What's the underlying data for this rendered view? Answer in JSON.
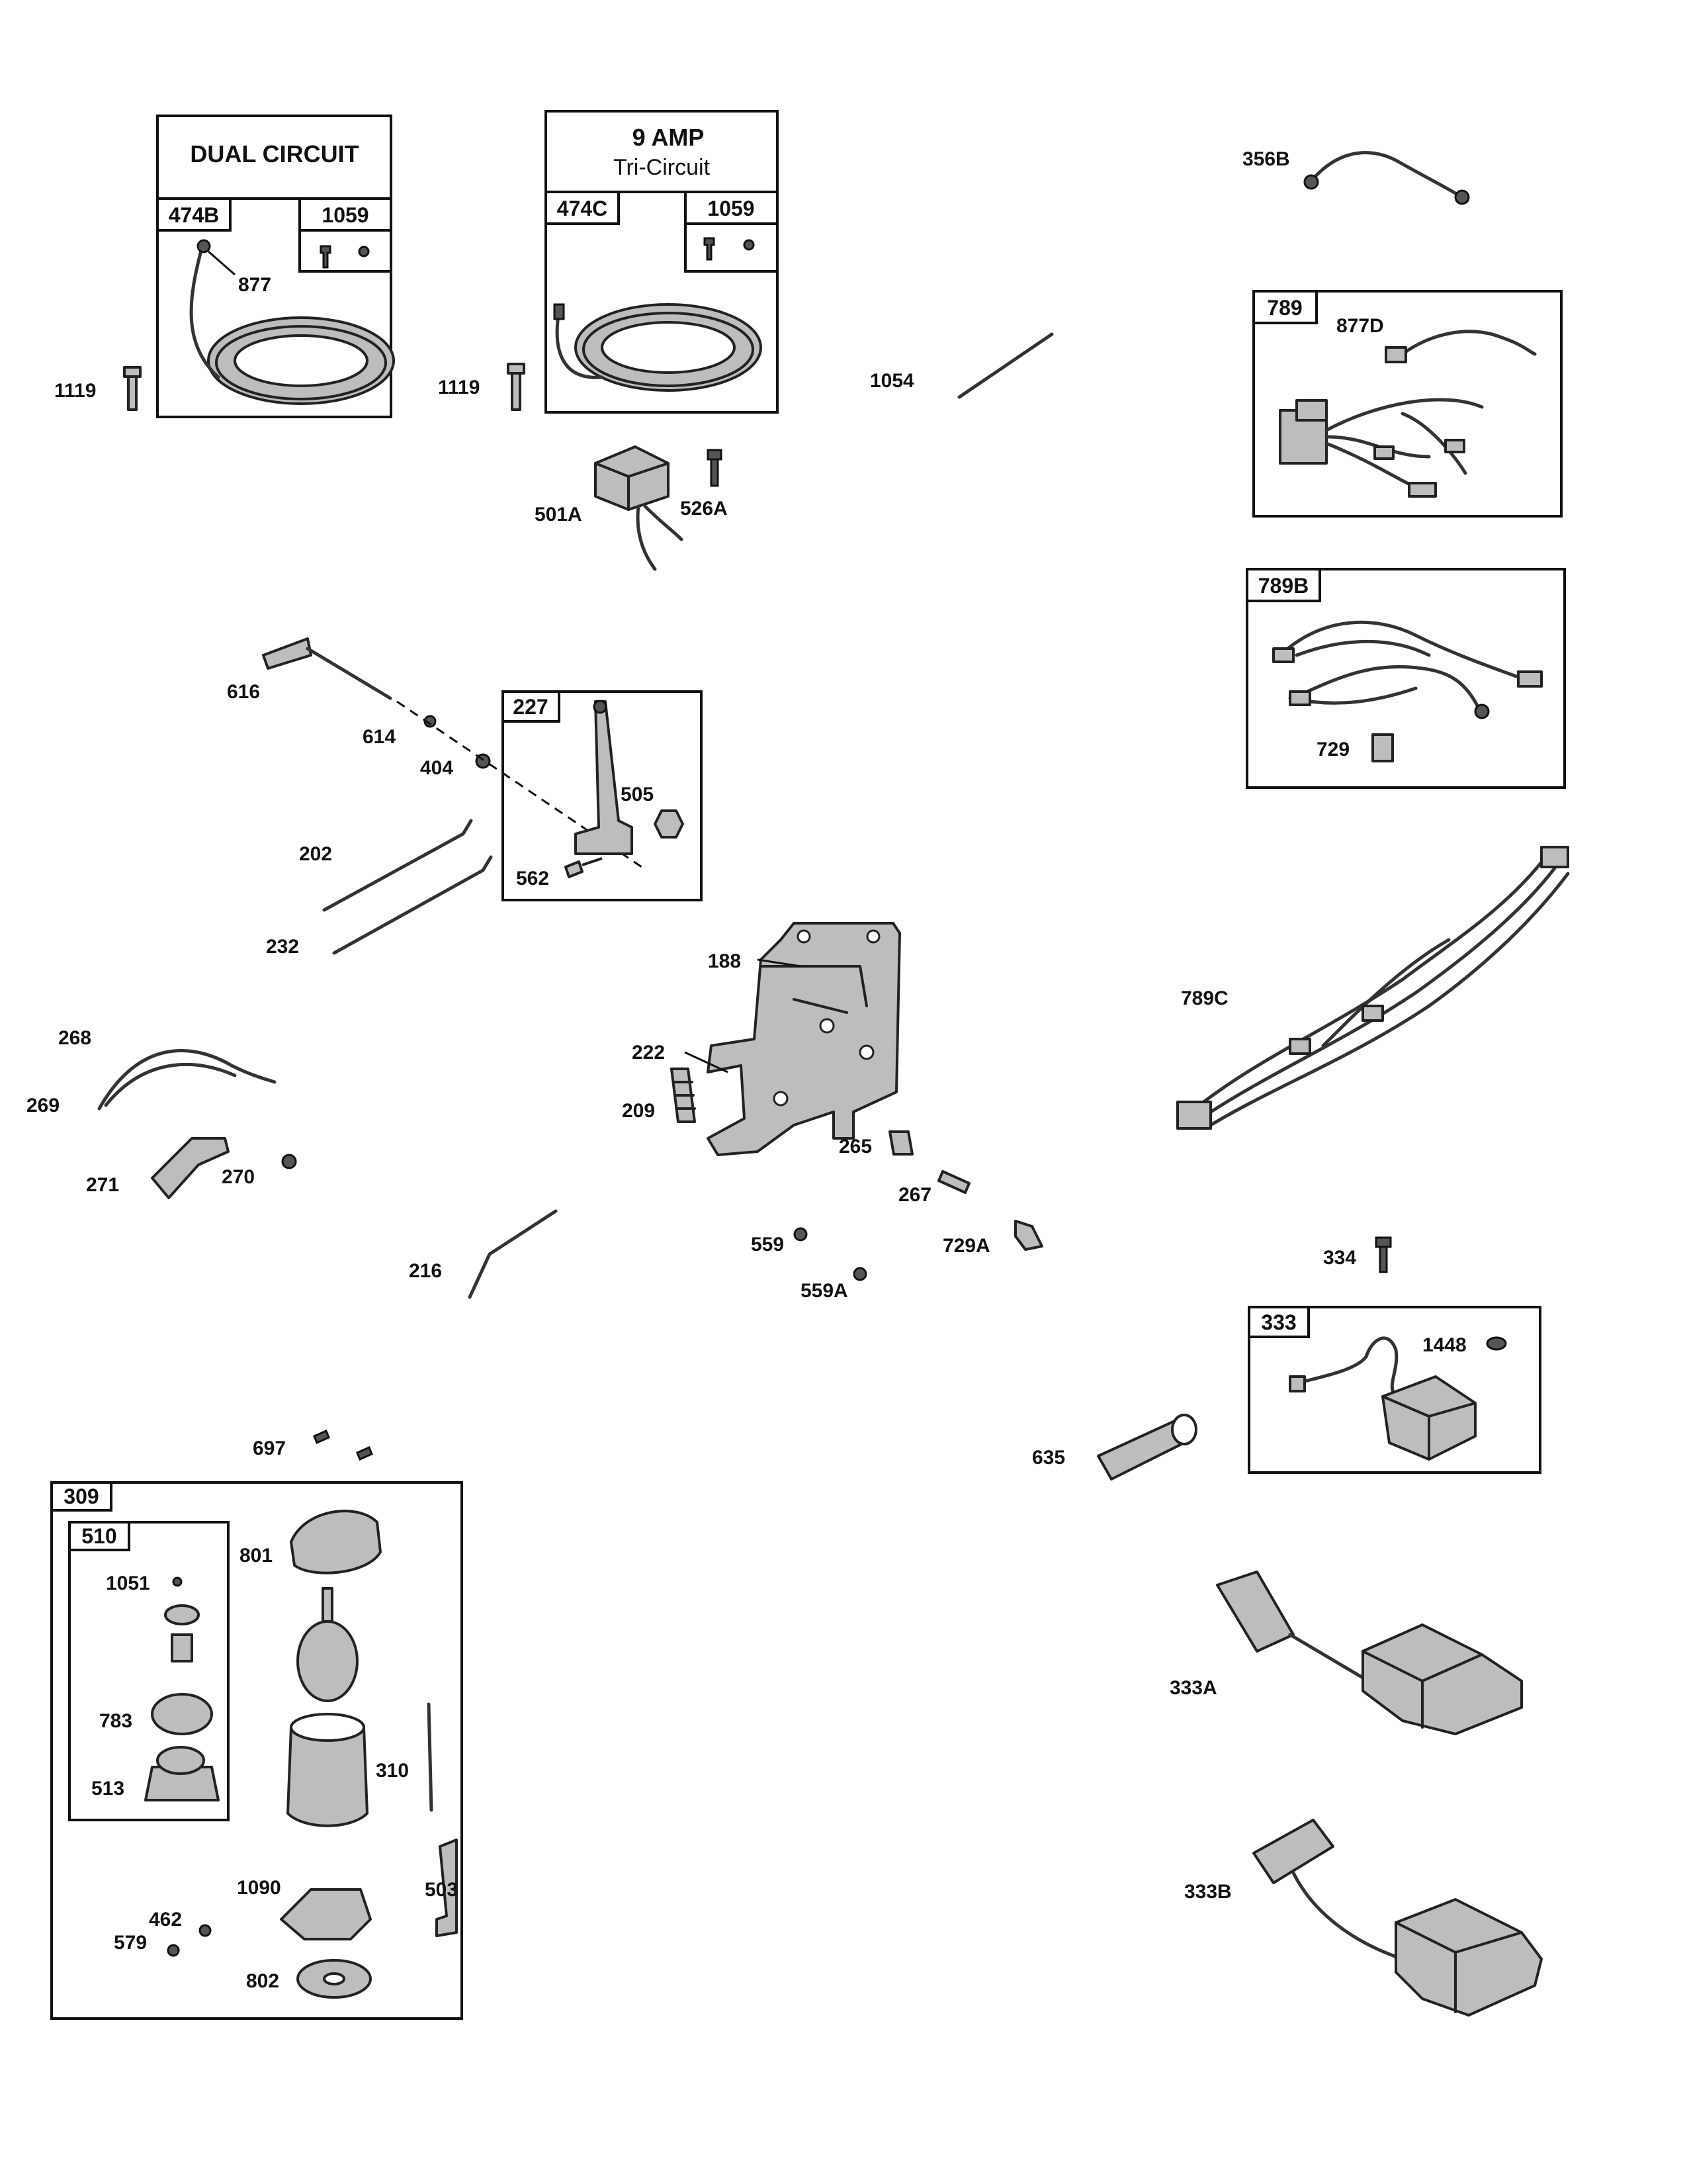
{
  "box_titles": {
    "dual_circuit": "DUAL CIRCUIT",
    "amp": "9  AMP",
    "tri_circuit": "Tri-Circuit"
  },
  "box_labels": {
    "b474B": "474B",
    "b1059a": "1059",
    "b474C": "474C",
    "b1059b": "1059",
    "b789": "789",
    "b789B": "789B",
    "b227": "227",
    "b333": "333",
    "b309": "309",
    "b510": "510"
  },
  "part_labels": {
    "p877": "877",
    "p1119a": "1119",
    "p1119b": "1119",
    "p1054": "1054",
    "p356B": "356B",
    "p877D": "877D",
    "p501A": "501A",
    "p526A": "526A",
    "p729": "729",
    "p616": "616",
    "p614": "614",
    "p404": "404",
    "p505": "505",
    "p562": "562",
    "p202": "202",
    "p232": "232",
    "p188": "188",
    "p789C": "789C",
    "p222": "222",
    "p209": "209",
    "p268": "268",
    "p269": "269",
    "p271": "271",
    "p270": "270",
    "p265": "265",
    "p267": "267",
    "p559": "559",
    "p729A": "729A",
    "p216": "216",
    "p559A": "559A",
    "p334": "334",
    "p1448": "1448",
    "p635": "635",
    "p697": "697",
    "p801": "801",
    "p1051": "1051",
    "p783": "783",
    "p513": "513",
    "p310": "310",
    "p333A": "333A",
    "p503": "503",
    "p1090": "1090",
    "p462": "462",
    "p579": "579",
    "p802": "802",
    "p333B": "333B"
  }
}
